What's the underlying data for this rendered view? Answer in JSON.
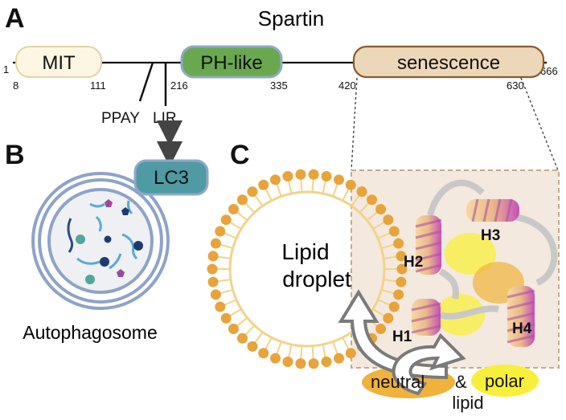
{
  "panels": {
    "a": "A",
    "b": "B",
    "c": "C"
  },
  "protein": {
    "title": "Spartin",
    "start": "1",
    "end": "666",
    "domains": [
      {
        "name": "MIT",
        "start": "8",
        "end": "111",
        "color": "#fdf6e3"
      },
      {
        "name": "PH-like",
        "start": "216",
        "end": "335",
        "color": "#6aa84f"
      },
      {
        "name": "senescence",
        "start": "420",
        "end": "630",
        "color": "#ecd7b8"
      }
    ],
    "motifs": [
      "PPAY",
      "LIR"
    ]
  },
  "autophagy": {
    "lc3": "LC3",
    "label": "Autophagosome"
  },
  "lipid": {
    "droplet_line1": "Lipid",
    "droplet_line2": "droplet",
    "helices": [
      "H1",
      "H2",
      "H3",
      "H4"
    ],
    "neutral": "neutral",
    "amp": "&",
    "polar": "polar",
    "lipid_word": "lipid"
  },
  "colors": {
    "lipid_head": "#e8a33a",
    "lipid_tail": "#f2d38a",
    "neutral_lipid": "#f0b23a",
    "polar_lipid": "#f8ef3a",
    "lc3": "#4f9aa3",
    "membrane": "#8ea3c9"
  }
}
